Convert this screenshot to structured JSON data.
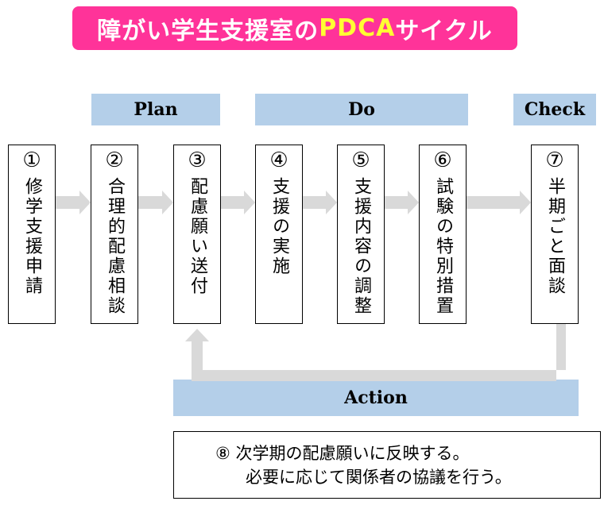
{
  "title": {
    "main": "障がい学生支援室の",
    "accent": "PDCA",
    "suffix": "サイクル"
  },
  "phases": {
    "plan": "Plan",
    "do": "Do",
    "check": "Check",
    "action": "Action"
  },
  "steps": [
    {
      "num": "①",
      "text": "修学支援申請"
    },
    {
      "num": "②",
      "text": "合理的配慮相談"
    },
    {
      "num": "③",
      "text": "配慮願い送付"
    },
    {
      "num": "④",
      "text": "支援の実施"
    },
    {
      "num": "⑤",
      "text": "支援内容の調整"
    },
    {
      "num": "⑥",
      "text": "試験の特別措置"
    },
    {
      "num": "⑦",
      "text": "半期ごと面談"
    }
  ],
  "note": {
    "line1": "⑧  次学期の配慮願いに反映する。",
    "line2": "必要に応じて関係者の協議を行う。"
  },
  "colors": {
    "title_bg": "#ff3399",
    "accent": "#ffff33",
    "phase_bg": "#b4cfe9",
    "arrow": "#d9d9d9"
  }
}
